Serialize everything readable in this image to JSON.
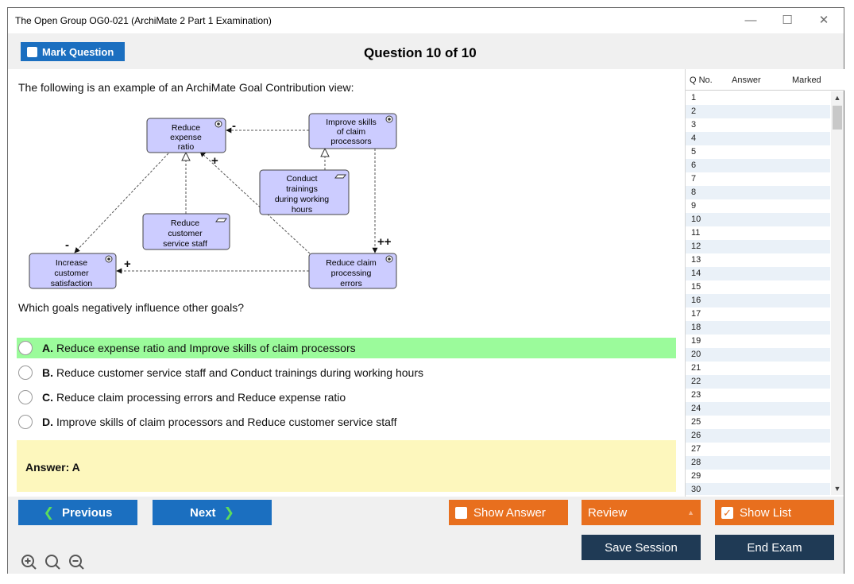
{
  "window": {
    "title": "The Open Group OG0-021 (ArchiMate 2 Part 1 Examination)",
    "minimize": "—",
    "maximize": "☐",
    "close": "✕"
  },
  "header": {
    "mark_label": "Mark Question",
    "question_title": "Question 10 of 10"
  },
  "question": {
    "intro": "The following is an example of an ArchiMate Goal Contribution view:",
    "prompt": "Which goals negatively influence other goals?",
    "options": [
      {
        "letter": "A.",
        "text": "Reduce expense ratio and Improve skills of claim processors",
        "correct": true
      },
      {
        "letter": "B.",
        "text": "Reduce customer service staff and Conduct trainings during working hours",
        "correct": false
      },
      {
        "letter": "C.",
        "text": "Reduce claim processing errors and Reduce expense ratio",
        "correct": false
      },
      {
        "letter": "D.",
        "text": "Improve skills of claim processors and Reduce customer service staff",
        "correct": false
      }
    ],
    "answer": "Answer: A"
  },
  "diagram": {
    "nodes": {
      "reduce_expense": [
        "Reduce",
        "expense",
        "ratio"
      ],
      "improve_skills": [
        "Improve skills",
        "of claim",
        "processors"
      ],
      "conduct_trainings": [
        "Conduct",
        "trainings",
        "during working",
        "hours"
      ],
      "reduce_staff": [
        "Reduce",
        "customer",
        "service staff"
      ],
      "increase_satisfaction": [
        "Increase",
        "customer",
        "satisfaction"
      ],
      "reduce_errors": [
        "Reduce claim",
        "processing",
        "errors"
      ]
    },
    "signs": {
      "minus_top": "-",
      "plus_mid": "+",
      "minus_left": "-",
      "plus_left": "+",
      "plusplus": "++"
    }
  },
  "question_list": {
    "col_no": "Q No.",
    "col_answer": "Answer",
    "col_marked": "Marked",
    "rows": [
      "1",
      "2",
      "3",
      "4",
      "5",
      "6",
      "7",
      "8",
      "9",
      "10",
      "11",
      "12",
      "13",
      "14",
      "15",
      "16",
      "17",
      "18",
      "19",
      "20",
      "21",
      "22",
      "23",
      "24",
      "25",
      "26",
      "27",
      "28",
      "29",
      "30"
    ]
  },
  "footer": {
    "previous": "Previous",
    "next": "Next",
    "show_answer": "Show Answer",
    "review": "Review",
    "show_list": "Show List",
    "save_session": "Save Session",
    "end_exam": "End Exam"
  },
  "icons": [
    "zoom-in-icon",
    "zoom-reset-icon",
    "zoom-out-icon",
    "chevron-left-icon",
    "chevron-right-icon",
    "checkbox-icon",
    "dropdown-arrow-icon",
    "goal-icon"
  ],
  "colors": {
    "primary_blue": "#1b6fc0",
    "orange": "#e86f1e",
    "navy": "#1f3a55",
    "correct_green": "#9bfb9b",
    "answer_yellow": "#fdf7bd",
    "goal_fill": "#ccccff"
  }
}
